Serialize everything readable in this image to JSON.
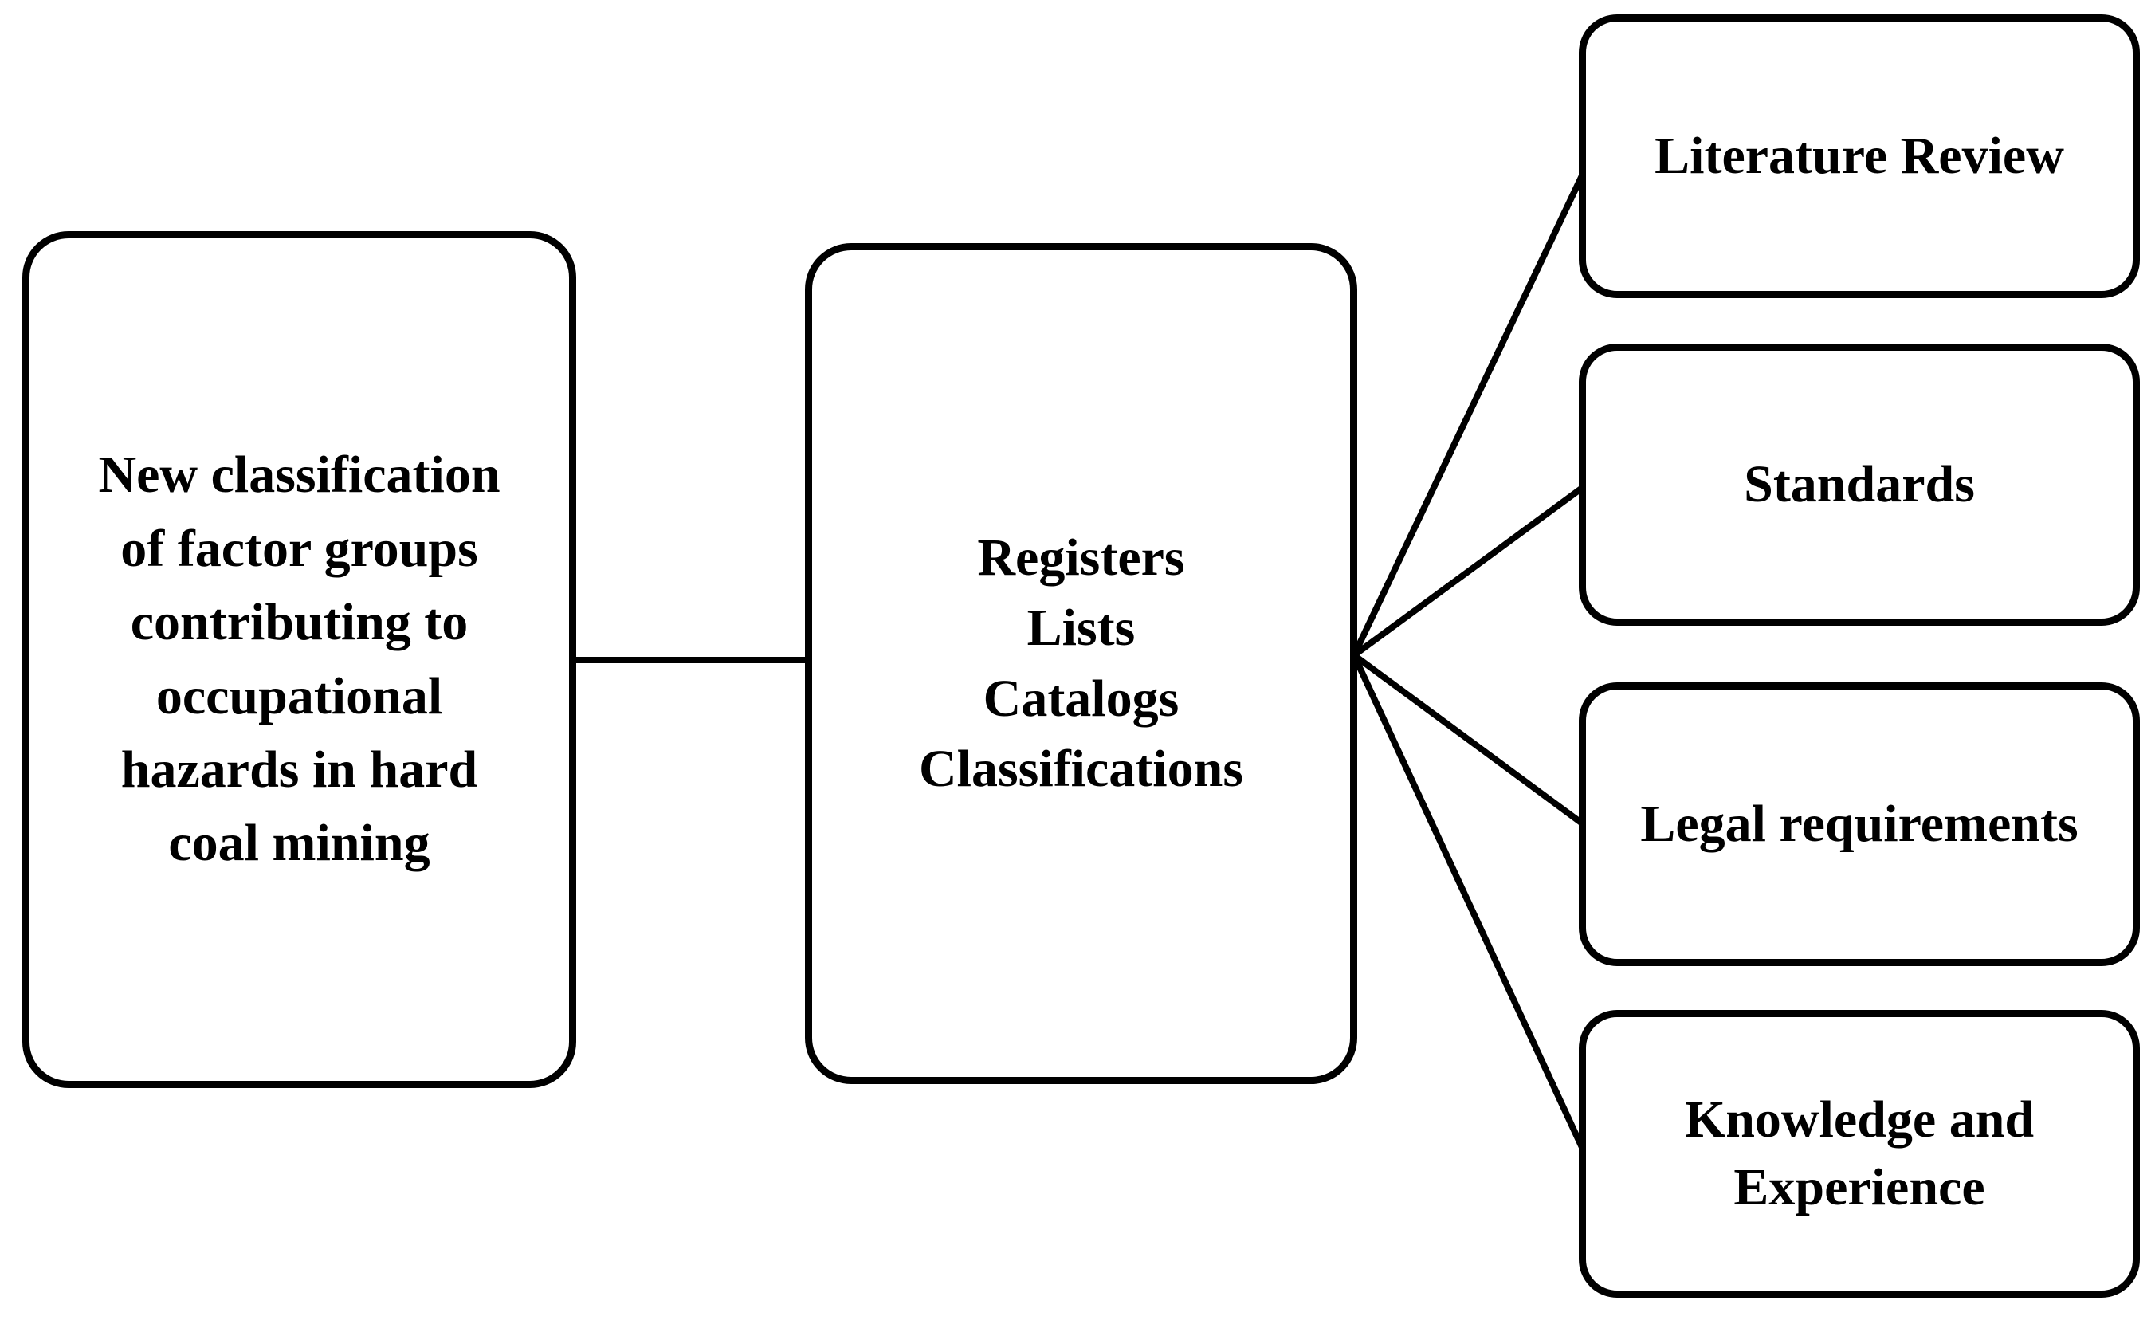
{
  "diagram": {
    "background_color": "#ffffff",
    "line_color": "#000000",
    "text_color": "#000000",
    "nodes": {
      "source": {
        "label": "New classification\nof factor groups\ncontributing to\noccupational\nhazards in hard\ncoal mining"
      },
      "middle": {
        "label": "Registers\nLists\nCatalogs\nClassifications"
      },
      "inputs": [
        {
          "label": "Literature Review"
        },
        {
          "label": "Standards"
        },
        {
          "label": "Legal requirements"
        },
        {
          "label": "Knowledge and\nExperience"
        }
      ]
    }
  }
}
